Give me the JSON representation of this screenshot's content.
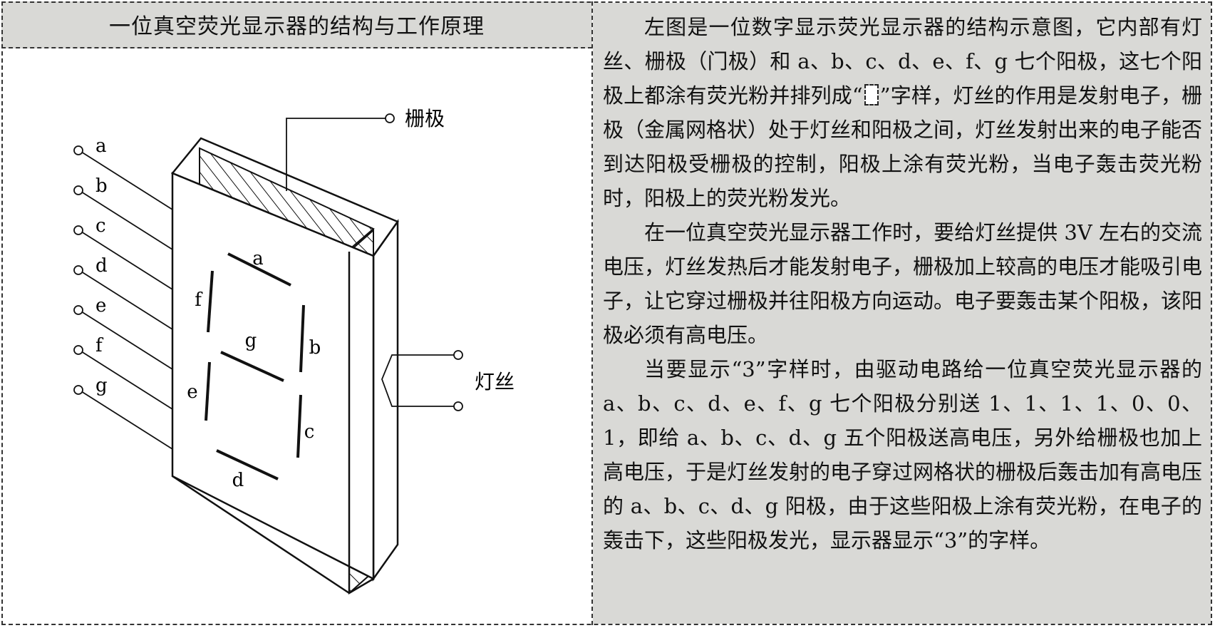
{
  "left": {
    "title": "一位真空荧光显示器的结构与工作原理"
  },
  "diagram": {
    "grid_label": "栅极",
    "filament_label": "灯丝",
    "pin_labels": [
      "a",
      "b",
      "c",
      "d",
      "e",
      "f",
      "g"
    ],
    "segment_labels": {
      "a": "a",
      "b": "b",
      "c": "c",
      "d": "d",
      "e": "e",
      "f": "f",
      "g": "g"
    }
  },
  "right": {
    "p1_before_glyph": "左图是一位数字显示荧光显示器的结构示意图，它内部有灯丝、栅极（门极）和 a、b、c、d、e、f、g 七个阳极，这七个阳极上都涂有荧光粉并排列成“",
    "p1_after_glyph": "”字样，灯丝的作用是发射电子，栅极（金属网格状）处于灯丝和阳极之间，灯丝发射出来的电子能否到达阳极受栅极的控制，阳极上涂有荧光粉，当电子轰击荧光粉时，阳极上的荧光粉发光。",
    "p2": "在一位真空荧光显示器工作时，要给灯丝提供 3V 左右的交流电压，灯丝发热后才能发射电子，栅极加上较高的电压才能吸引电子，让它穿过栅极并往阳极方向运动。电子要轰击某个阳极，该阳极必须有高电压。",
    "p3": "当要显示“3”字样时，由驱动电路给一位真空荧光显示器的 a、b、c、d、e、f、g 七个阳极分别送 1、1、1、1、0、0、1，即给 a、b、c、d、g 五个阳极送高电压，另外给栅极也加上高电压，于是灯丝发射的电子穿过网格状的栅极后轰击加有高电压的 a、b、c、d、g 阳极，由于这些阳极上涂有荧光粉，在电子的轰击下，这些阳极发光，显示器显示“3”的字样。"
  }
}
